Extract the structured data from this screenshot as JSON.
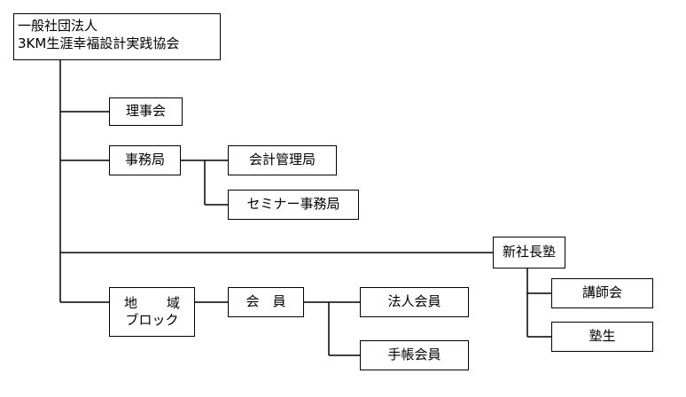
{
  "org": {
    "root": {
      "line1": "一般社団法人",
      "line2": "3KM生涯幸福設計実践協会"
    },
    "board": "理事会",
    "secretariat": "事務局",
    "accounting": "会計管理局",
    "seminar": "セミナー事務局",
    "regional": {
      "line1": "地　域",
      "line2": "ブロック"
    },
    "members": "会　員",
    "corporate_members": "法人会員",
    "notebook_members": "手帳会員",
    "new_president_school": "新社長塾",
    "lecturers": "講師会",
    "students": "塾生"
  }
}
